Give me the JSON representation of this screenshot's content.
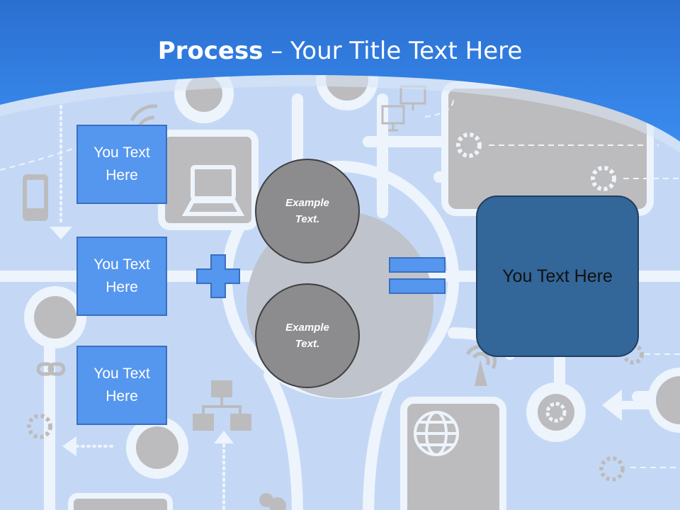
{
  "slide": {
    "title_bold": "Process",
    "title_rest": " – Your Title Text Here"
  },
  "boxes": [
    {
      "label": "You Text Here"
    },
    {
      "label": "You Text Here"
    },
    {
      "label": "You Text Here"
    }
  ],
  "circles": [
    {
      "label": "Example Text."
    },
    {
      "label": "Example Text."
    }
  ],
  "result": {
    "label": "You Text Here"
  },
  "operators": [
    "plus-icon",
    "equals-icon"
  ],
  "colors": {
    "header_blue": "#2f7de0",
    "background": "#c4d8f6",
    "box_blue": "#5596ee",
    "result_blue": "#336699",
    "circle_gray": "#8c8c8e"
  }
}
